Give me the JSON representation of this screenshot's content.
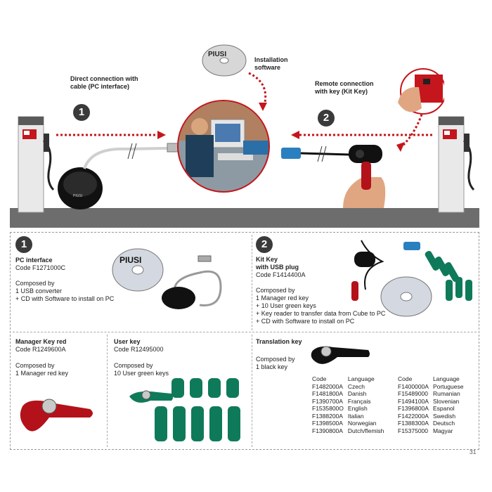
{
  "top": {
    "step1_number": "1",
    "step1_label": "Direct connection with cable (PC interface)",
    "step2_number": "2",
    "step2_label": "Remote connection with key (Kit Key)",
    "install_label": "Installation software"
  },
  "pc_interface": {
    "number": "1",
    "title": "PC interface",
    "code": "Code F1271000C",
    "composed": "Composed by",
    "items": [
      "1 USB converter",
      "+ CD with Software to install on PC"
    ]
  },
  "kit_key": {
    "number": "2",
    "title_line1": "Kit Key",
    "title_line2": "with USB plug",
    "code": "Code F1414400A",
    "composed": "Composed by",
    "items": [
      "1 Manager red key",
      "+ 10 User green keys",
      "+ Key reader to transfer data from Cube to PC",
      "+ CD with Software to install on PC"
    ]
  },
  "manager_key": {
    "title": "Manager Key red",
    "code": "Code R1249600A",
    "composed": "Composed by",
    "item": "1 Manager red key"
  },
  "user_key": {
    "title": "User key",
    "code": "Code R12495000",
    "composed": "Composed by",
    "item": "10 User green keys"
  },
  "translation_key": {
    "title": "Translation key",
    "composed": "Composed by",
    "item": "1 black key",
    "col_code": "Code",
    "col_language": "Language",
    "left": [
      {
        "code": "F1482000A",
        "language": "Czech"
      },
      {
        "code": "F1481800A",
        "language": "Danish"
      },
      {
        "code": "F1390700A",
        "language": "Français"
      },
      {
        "code": "F1535800O",
        "language": "English"
      },
      {
        "code": "F1388200A",
        "language": "Italian"
      },
      {
        "code": "F1398500A",
        "language": "Norwegian"
      },
      {
        "code": "F1390800A",
        "language": "Dutch/flemish"
      }
    ],
    "right": [
      {
        "code": "F1400000A",
        "language": "Portuguese"
      },
      {
        "code": "F15489000",
        "language": "Rumanian"
      },
      {
        "code": "F1494100A",
        "language": "Slovenian"
      },
      {
        "code": "F1396800A",
        "language": "Espanol"
      },
      {
        "code": "F1422000A",
        "language": "Swedish"
      },
      {
        "code": "F1388300A",
        "language": "Deutsch"
      },
      {
        "code": "F15375000",
        "language": "Magyar"
      }
    ]
  },
  "page_number": "31",
  "cd_label": "PIUSI",
  "colors": {
    "arrow": "#c4161c",
    "manager_key": "#b3121a",
    "user_key": "#0f7a5a",
    "floor": "#6d6d6d"
  }
}
